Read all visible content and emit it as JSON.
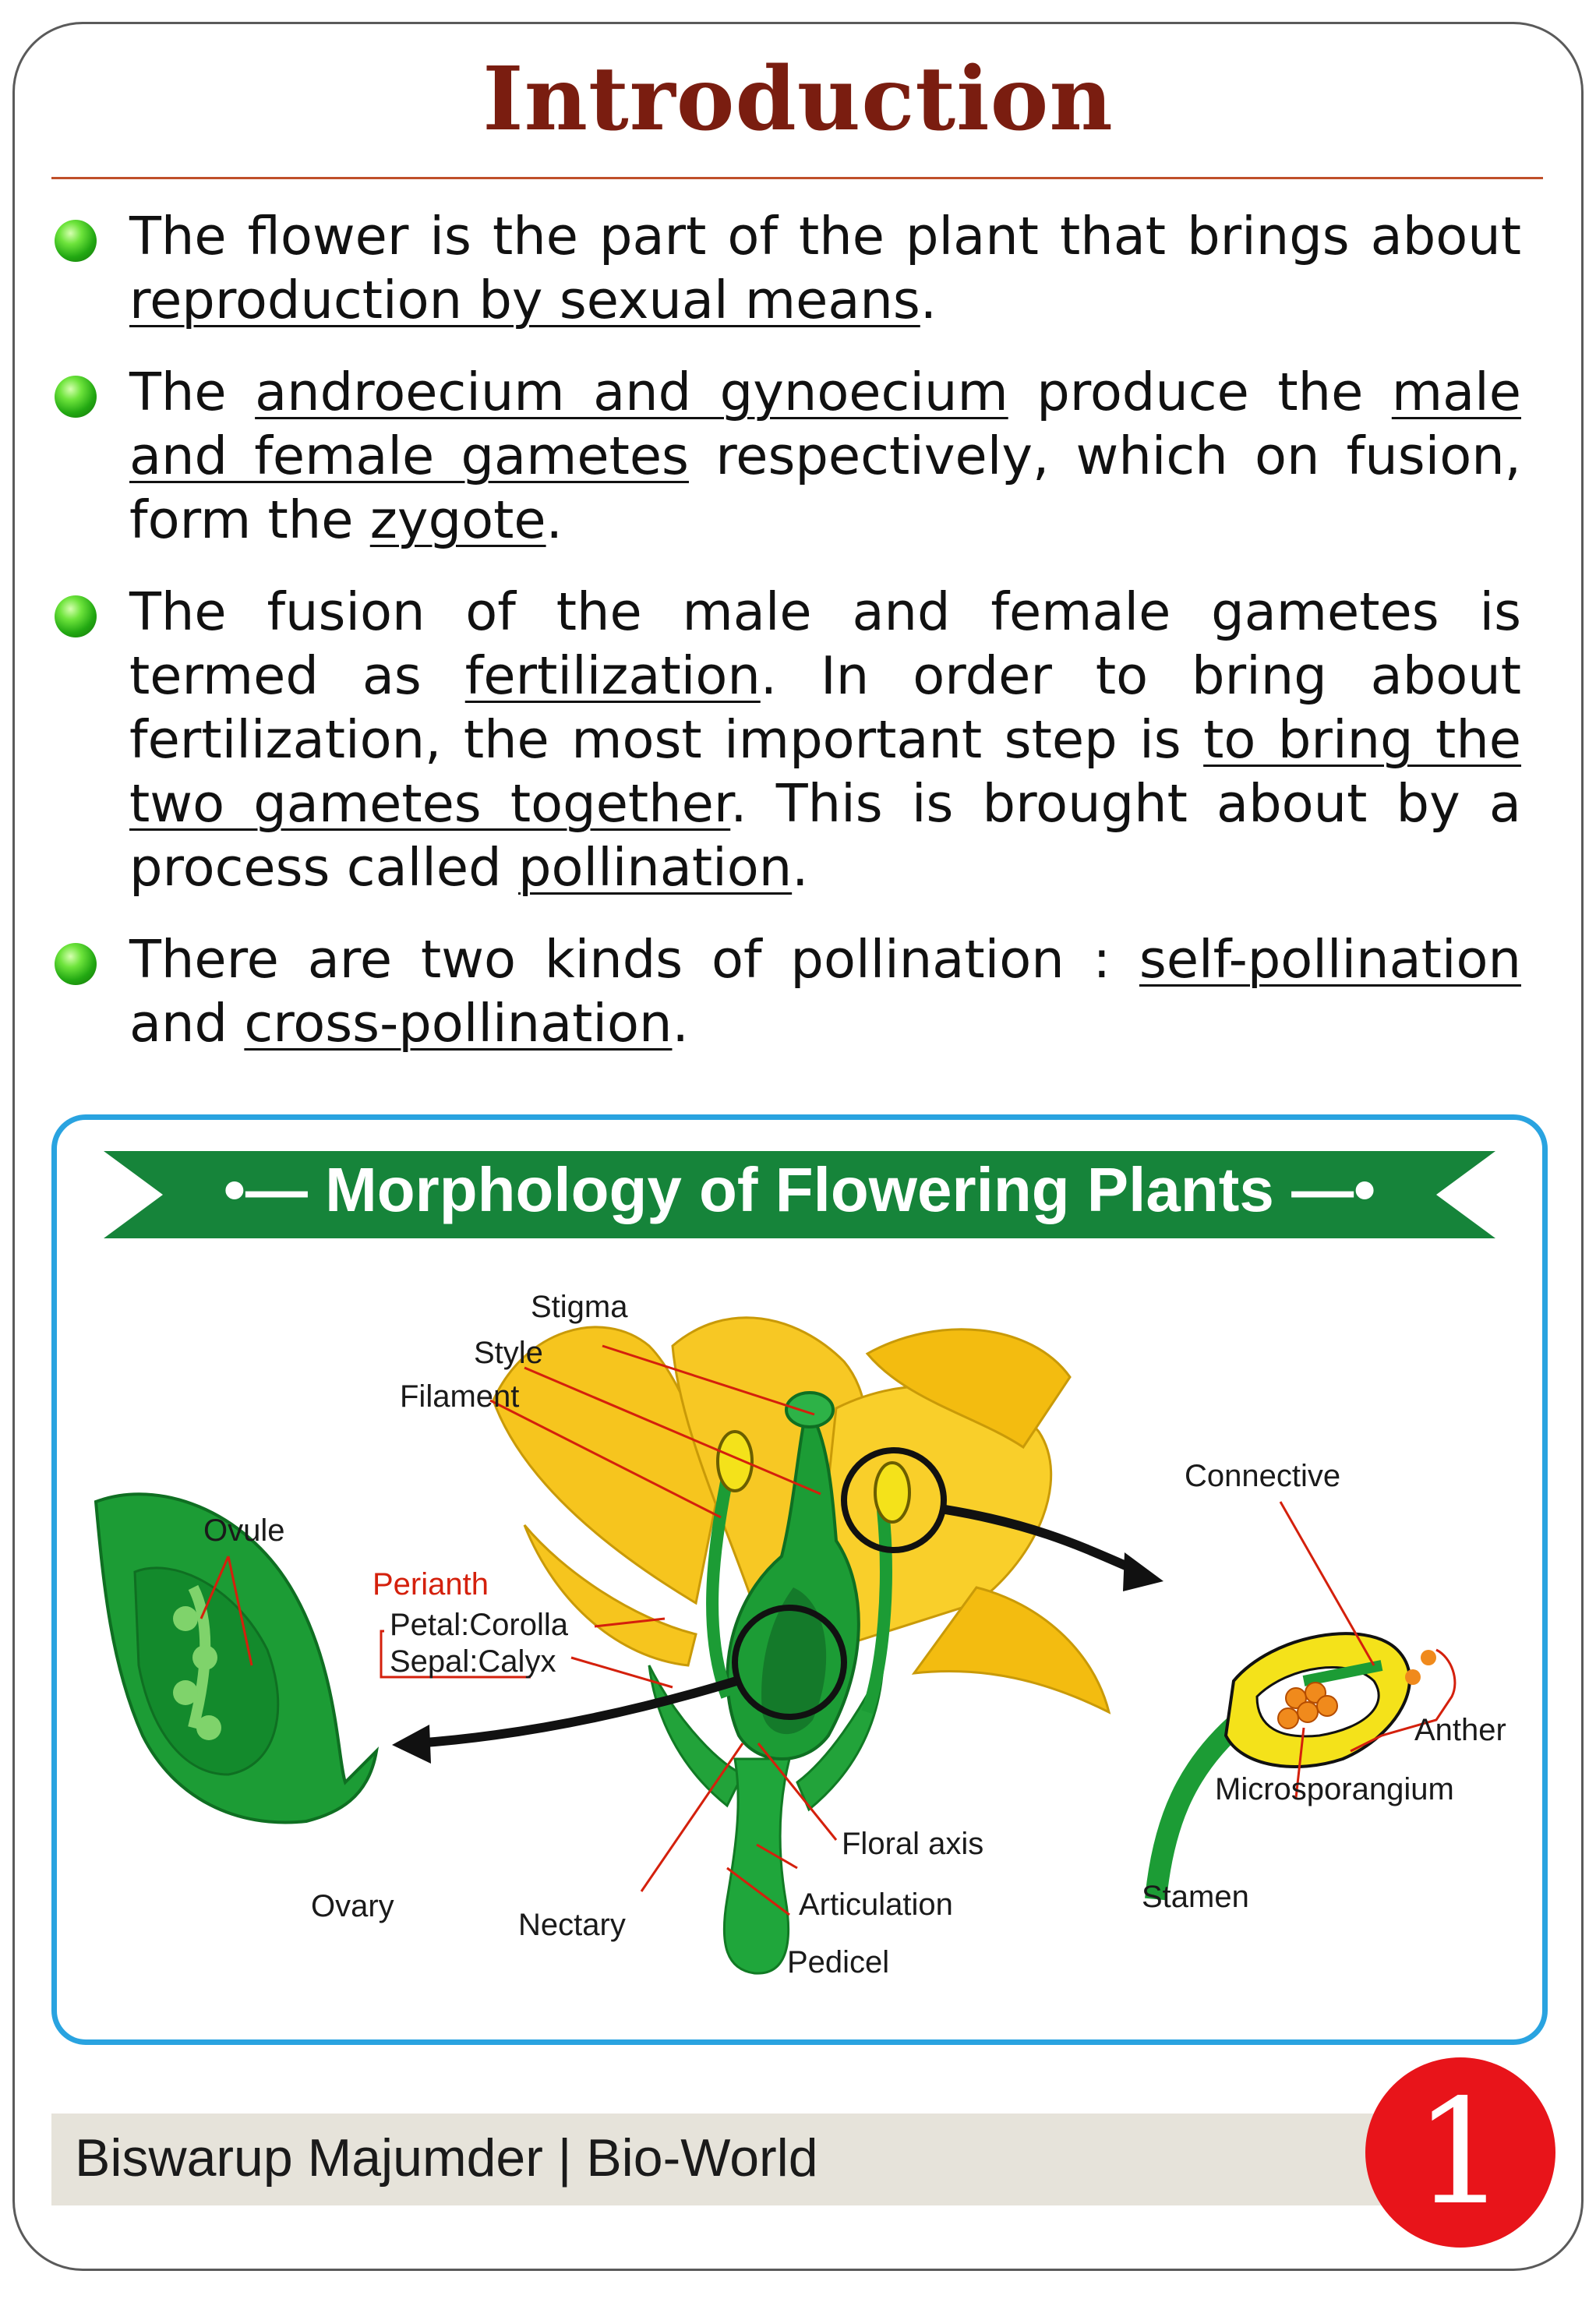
{
  "title": "Introduction",
  "bullets": [
    {
      "parts": [
        {
          "text": "The flower is the part of the plant that brings about ",
          "u": false
        },
        {
          "text": "reproduction by sexual means",
          "u": true
        },
        {
          "text": ".",
          "u": false
        }
      ]
    },
    {
      "parts": [
        {
          "text": "The ",
          "u": false
        },
        {
          "text": "androecium and gynoecium",
          "u": true
        },
        {
          "text": " produce the ",
          "u": false
        },
        {
          "text": "male and female gametes",
          "u": true
        },
        {
          "text": " respectively, which on fusion, form the ",
          "u": false
        },
        {
          "text": "zygote",
          "u": true
        },
        {
          "text": ".",
          "u": false
        }
      ]
    },
    {
      "parts": [
        {
          "text": "The fusion of the male and female gametes is termed as ",
          "u": false
        },
        {
          "text": "fertilization",
          "u": true
        },
        {
          "text": ". In order to bring about fertilization, the most important step is ",
          "u": false
        },
        {
          "text": "to bring the two gametes together",
          "u": true
        },
        {
          "text": ". This is brought about by a process called ",
          "u": false
        },
        {
          "text": "pollination",
          "u": true
        },
        {
          "text": ".",
          "u": false
        }
      ]
    },
    {
      "parts": [
        {
          "text": "There are two kinds of pollination : ",
          "u": false
        },
        {
          "text": "self-pollination",
          "u": true
        },
        {
          "text": " and ",
          "u": false
        },
        {
          "text": "cross-pollination",
          "u": true
        },
        {
          "text": ".",
          "u": false
        }
      ]
    }
  ],
  "figure": {
    "banner": "•— Morphology of Flowering Plants —•",
    "labels": {
      "stigma": "Stigma",
      "style": "Style",
      "filament": "Filament",
      "ovule": "Ovule",
      "perianth": "Perianth",
      "petal": "Petal:Corolla",
      "sepal": "Sepal:Calyx",
      "ovary": "Ovary",
      "nectary": "Nectary",
      "floral_axis": "Floral axis",
      "articulation": "Articulation",
      "pedicel": "Pedicel",
      "connective": "Connective",
      "anther": "Anther",
      "microsporangium": "Microsporangium",
      "stamen": "Stamen"
    }
  },
  "footer": {
    "author": "Biswarup Majumder | Bio-World"
  },
  "page_number": "1",
  "colors": {
    "title": "#7a1d10",
    "banner": "#16843a",
    "frame_border": "#29a3e0",
    "badge": "#e8141a"
  }
}
